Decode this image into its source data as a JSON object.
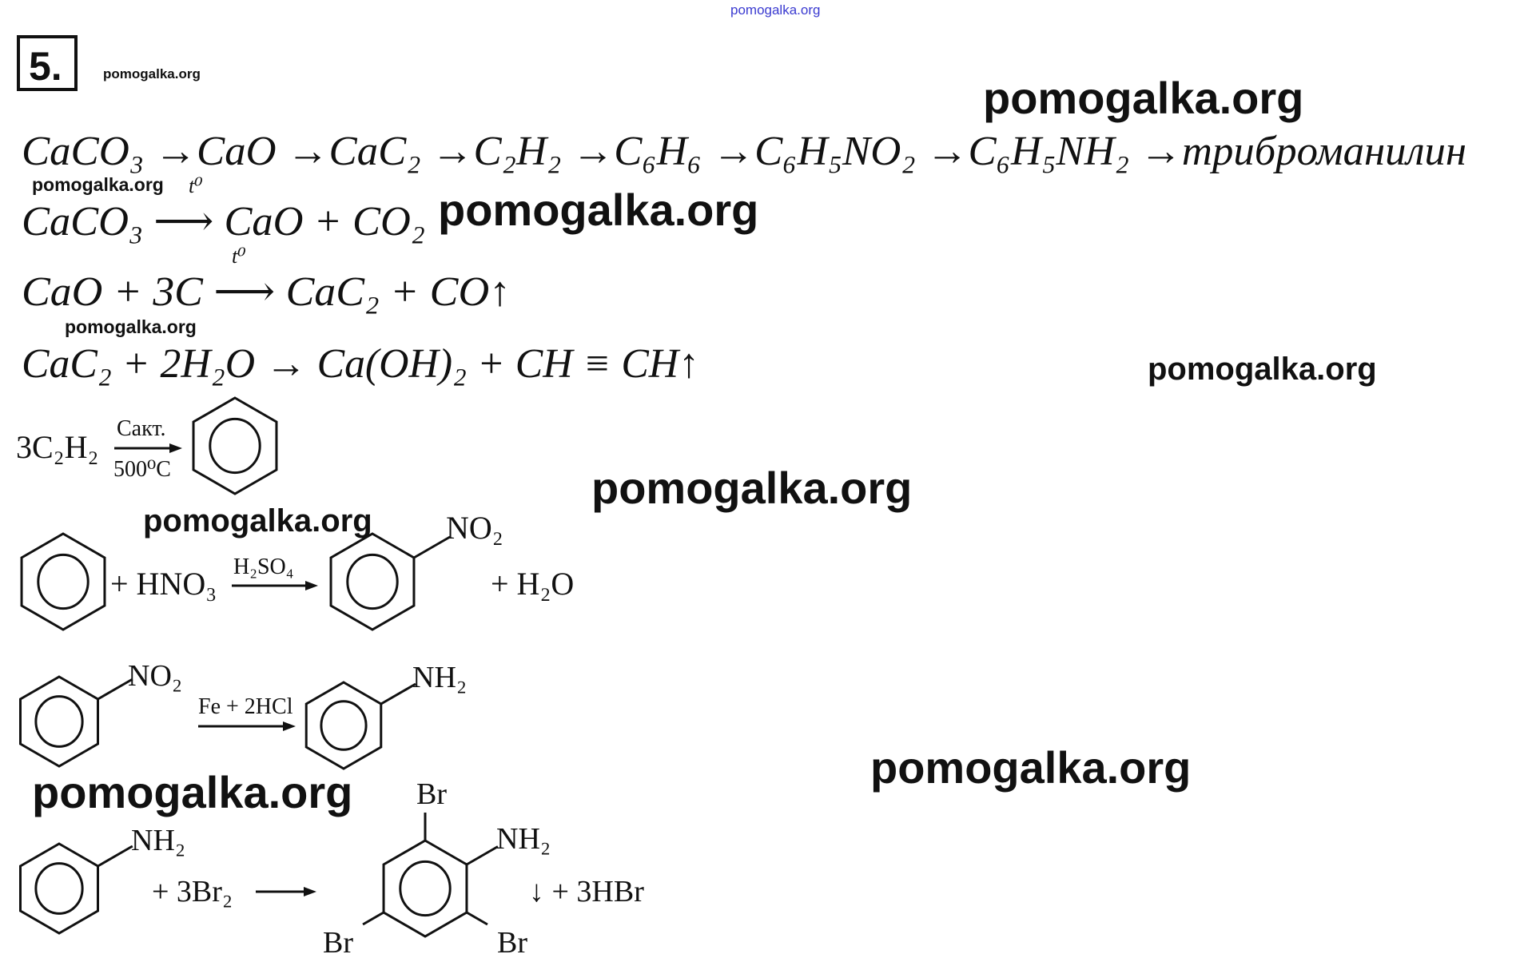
{
  "header": {
    "site_link": "pomogalka.org",
    "task_number": "5."
  },
  "watermarks": [
    "pomogalka.org",
    "pomogalka.org",
    "pomogalka.org",
    "pomogalka.org",
    "pomogalka.org",
    "pomogalka.org",
    "pomogalka.org",
    "pomogalka.org",
    "pomogalka.org",
    "pomogalka.org"
  ],
  "scheme": "CaCO₃ →CaO →CaC₂ →C₂H₂ →C₆H₆ →C₆H₅NO₂ →C₆H₅NH₂ →триброманилин",
  "equations": [
    {
      "text": "CaCO₃ ⟶ CaO + CO₂",
      "condition": "t⁰"
    },
    {
      "text": "CaO + 3C ⟶ CaC₂ + CO↑",
      "condition": "t⁰"
    },
    {
      "text": "CaC₂ + 2H₂O → Ca(OH)₂ + CH ≡ CH↑"
    }
  ],
  "trimerization": {
    "reactant": "3C₂H₂",
    "catalyst": "Cакт.",
    "temperature": "500⁰C"
  },
  "nitration": {
    "reagent": "+ HNO₃",
    "catalyst": "H₂SO₄",
    "substituent": "NO₂",
    "byproduct": "+ H₂O"
  },
  "reduction": {
    "reactant_group": "NO₂",
    "reagent": "Fe + 2HCl",
    "product_group": "NH₂"
  },
  "bromination": {
    "reactant_group": "NH₂",
    "reagent": "+ 3Br₂",
    "product_group": "NH₂",
    "br_top": "Br",
    "br_left": "Br",
    "br_right": "Br",
    "byproduct": "↓ + 3HBr"
  }
}
